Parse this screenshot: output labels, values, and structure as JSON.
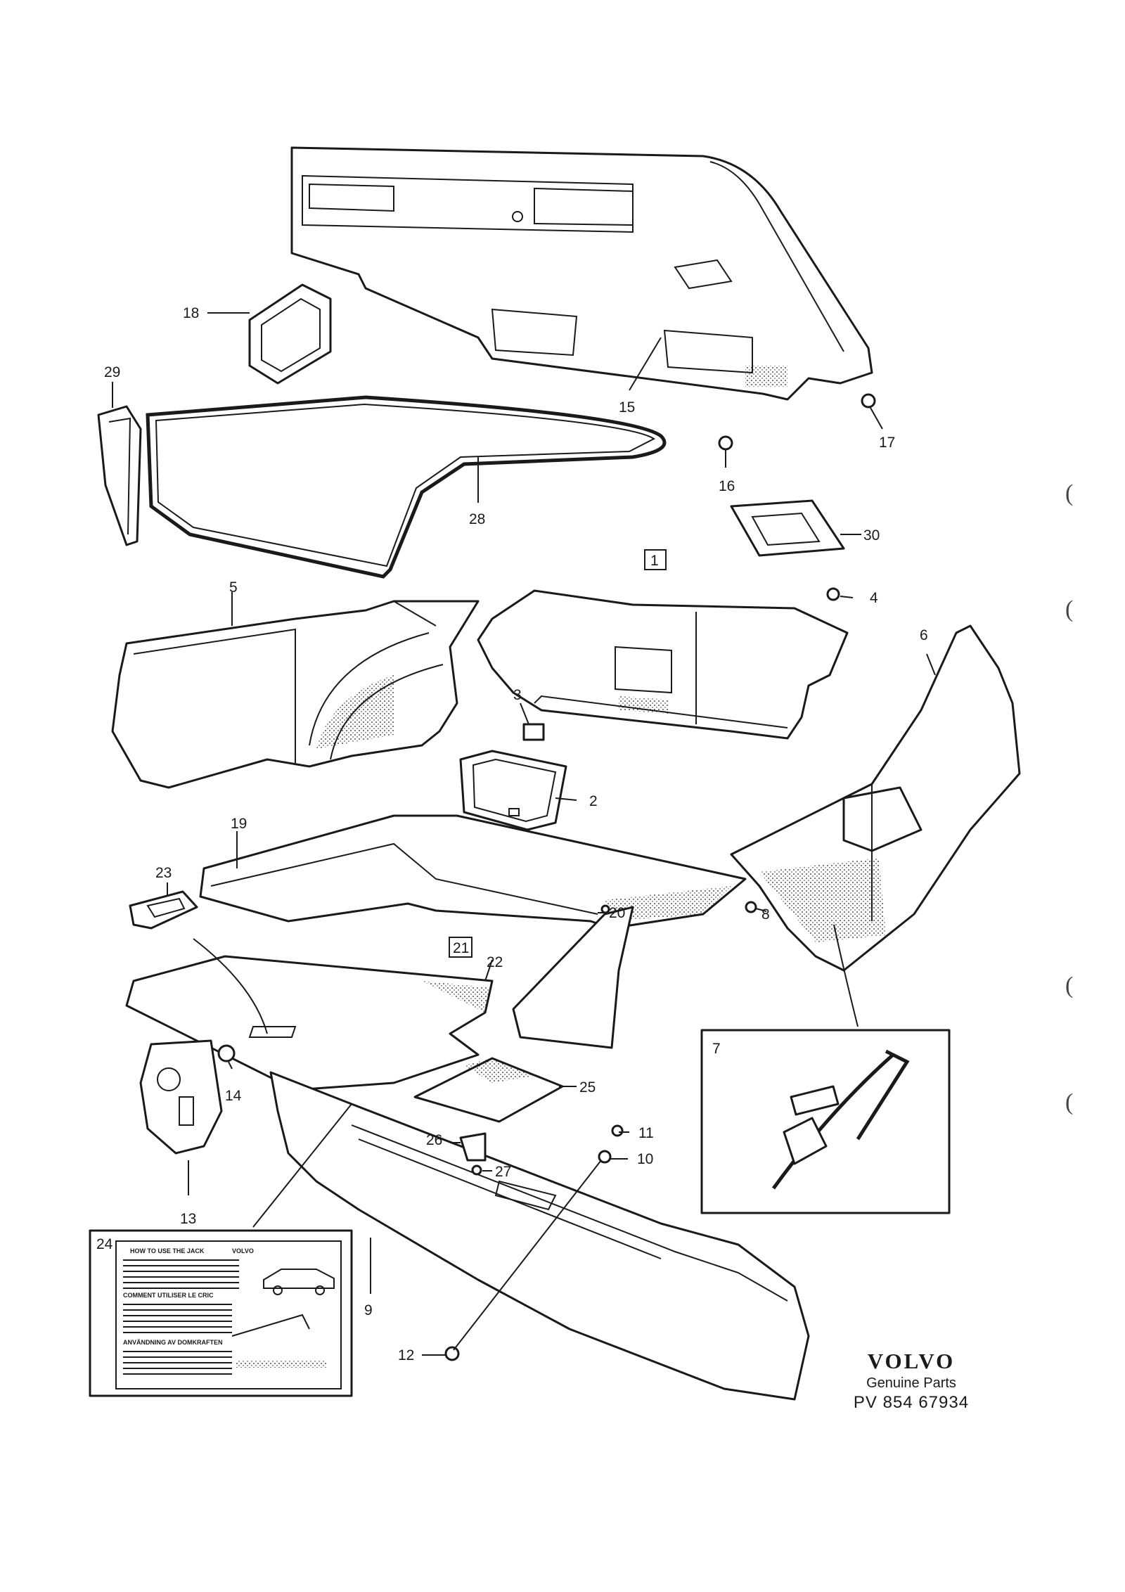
{
  "callouts": {
    "c1": "1",
    "c2": "2",
    "c3": "3",
    "c4": "4",
    "c5": "5",
    "c6": "6",
    "c7": "7",
    "c8": "8",
    "c9": "9",
    "c10": "10",
    "c11": "11",
    "c12": "12",
    "c13": "13",
    "c14": "14",
    "c15": "15",
    "c16": "16",
    "c17": "17",
    "c18": "18",
    "c19": "19",
    "c20": "20",
    "c21": "21",
    "c22": "22",
    "c23": "23",
    "c24": "24",
    "c25": "25",
    "c26": "26",
    "c27": "27",
    "c28": "28",
    "c29": "29",
    "c30": "30"
  },
  "jack_label": {
    "heading_en": "HOW TO USE THE JACK",
    "logo": "VOLVO",
    "heading_fr": "COMMENT UTILISER LE CRIC",
    "heading_sv": "ANVÄNDNING AV DOMKRAFTEN"
  },
  "margin_marks": [
    "(",
    "(",
    "(",
    "("
  ],
  "brand": {
    "logo": "VOLVO",
    "subtitle": "Genuine Parts",
    "code": "PV 854 67934"
  }
}
